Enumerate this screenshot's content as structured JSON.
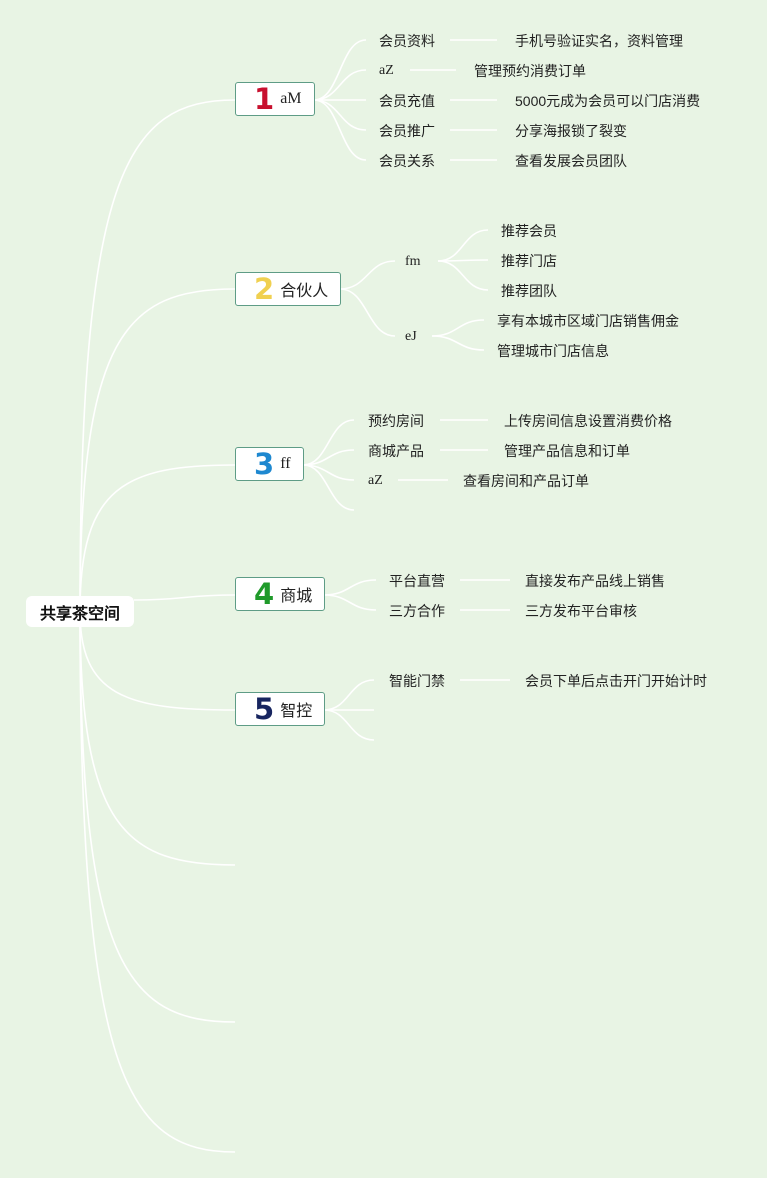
{
  "diagram": {
    "root": {
      "label": "共享茶空间"
    },
    "branches": [
      {
        "number": "1",
        "number_color": "#c8102e",
        "label": "aM",
        "items": [
          {
            "label": "会员资料",
            "detail": "手机号验证实名，资料管理"
          },
          {
            "label": "aZ",
            "detail": "管理预约消费订单"
          },
          {
            "label": "会员充值",
            "detail": "5000元成为会员可以门店消费"
          },
          {
            "label": "会员推广",
            "detail": "分享海报锁了裂变"
          },
          {
            "label": "会员关系",
            "detail": "查看发展会员团队"
          }
        ]
      },
      {
        "number": "2",
        "number_color": "#f0d050",
        "label": "合伙人",
        "groups": [
          {
            "label": "fm",
            "items": [
              "推荐会员",
              "推荐门店",
              "推荐团队"
            ]
          },
          {
            "label": "eJ",
            "items": [
              "享有本城市区域门店销售佣金",
              "管理城市门店信息"
            ]
          }
        ]
      },
      {
        "number": "3",
        "number_color": "#1e88d0",
        "label": "ff",
        "items": [
          {
            "label": "预约房间",
            "detail": "上传房间信息设置消费价格"
          },
          {
            "label": "商城产品",
            "detail": "管理产品信息和订单"
          },
          {
            "label": "aZ",
            "detail": "查看房间和产品订单"
          }
        ]
      },
      {
        "number": "4",
        "number_color": "#1f9a2a",
        "label": "商城",
        "items": [
          {
            "label": "平台直营",
            "detail": "直接发布产品线上销售"
          },
          {
            "label": "三方合作",
            "detail": "三方发布平台审核"
          }
        ]
      },
      {
        "number": "5",
        "number_color": "#17255f",
        "label": "智控",
        "items": [
          {
            "label": "智能门禁",
            "detail": "会员下单后点击开门开始计时"
          }
        ]
      }
    ]
  }
}
